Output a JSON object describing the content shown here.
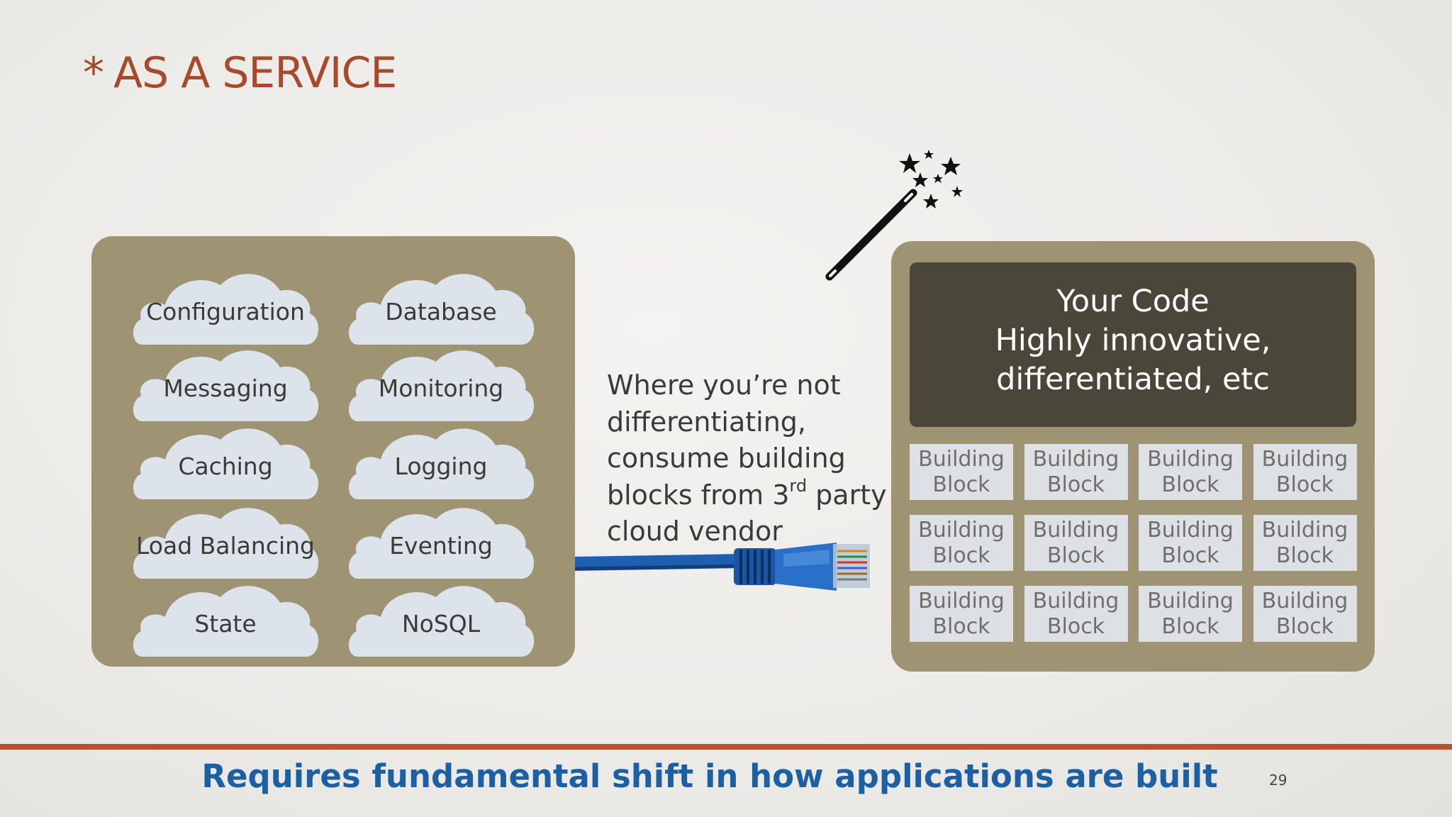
{
  "slide": {
    "title_marker": "*",
    "title": "AS A SERVICE",
    "footer": "Requires fundamental shift in how applications are built",
    "page_number": "29"
  },
  "services": [
    "Configuration",
    "Database",
    "Messaging",
    "Monitoring",
    "Caching",
    "Logging",
    "Load Balancing",
    "Eventing",
    "State",
    "NoSQL"
  ],
  "description": {
    "line1": "Where you’re not",
    "line2": "differentiating,",
    "line3": "consume building",
    "line4_pre": "blocks from 3",
    "line4_sup": "rd",
    "line4_post": " party",
    "line5": "cloud vendor"
  },
  "code": {
    "line1": "Your Code",
    "line2": "Highly innovative,",
    "line3": "differentiated, etc"
  },
  "building_blocks": [
    "Building\nBlock",
    "Building\nBlock",
    "Building\nBlock",
    "Building\nBlock",
    "Building\nBlock",
    "Building\nBlock",
    "Building\nBlock",
    "Building\nBlock",
    "Building\nBlock",
    "Building\nBlock",
    "Building\nBlock",
    "Building\nBlock"
  ],
  "colors": {
    "title": "#a7492b",
    "panel": "#9e9473",
    "code_box": "#4b463a",
    "cloud": "#dde3ea",
    "block": "#dde1e6",
    "footer_text": "#1d5fa3",
    "footer_rule": "#b5522f",
    "cable": "#1e5fb0"
  },
  "icons": [
    "magic-wand-icon",
    "ethernet-cable-icon",
    "cloud-icon"
  ]
}
